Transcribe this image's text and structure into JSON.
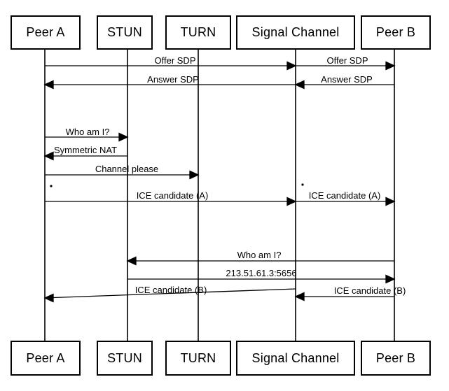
{
  "diagram_type": "sequence-diagram",
  "colors": {
    "line": "#000000",
    "text": "#000000",
    "background": "#ffffff"
  },
  "actors": [
    {
      "label": "Peer A"
    },
    {
      "label": "STUN"
    },
    {
      "label": "TURN"
    },
    {
      "label": "Signal Channel"
    },
    {
      "label": "Peer B"
    }
  ],
  "messages": [
    {
      "label": "Offer SDP",
      "from": "Peer A",
      "to": "Signal Channel"
    },
    {
      "label": "Offer SDP",
      "from": "Signal Channel",
      "to": "Peer B"
    },
    {
      "label": "Answer SDP",
      "from": "Peer B",
      "to": "Signal Channel"
    },
    {
      "label": "Answer SDP",
      "from": "Signal Channel",
      "to": "Peer A"
    },
    {
      "label": "Who am I?",
      "from": "Peer A",
      "to": "STUN"
    },
    {
      "label": "Symmetric NAT",
      "from": "STUN",
      "to": "Peer A"
    },
    {
      "label": "Channel please",
      "from": "Peer A",
      "to": "TURN"
    },
    {
      "label": "ICE candidate (A)",
      "from": "Peer A",
      "to": "Signal Channel"
    },
    {
      "label": "ICE candidate (A)",
      "from": "Signal Channel",
      "to": "Peer B"
    },
    {
      "label": "Who am I?",
      "from": "Peer B",
      "to": "STUN"
    },
    {
      "label": "213.51.61.3:5656",
      "from": "STUN",
      "to": "Peer B"
    },
    {
      "label": "ICE candidate (B)",
      "from": "Peer B",
      "to": "Signal Channel"
    },
    {
      "label": "ICE candidate (B)",
      "from": "Signal Channel",
      "to": "Peer A"
    }
  ]
}
